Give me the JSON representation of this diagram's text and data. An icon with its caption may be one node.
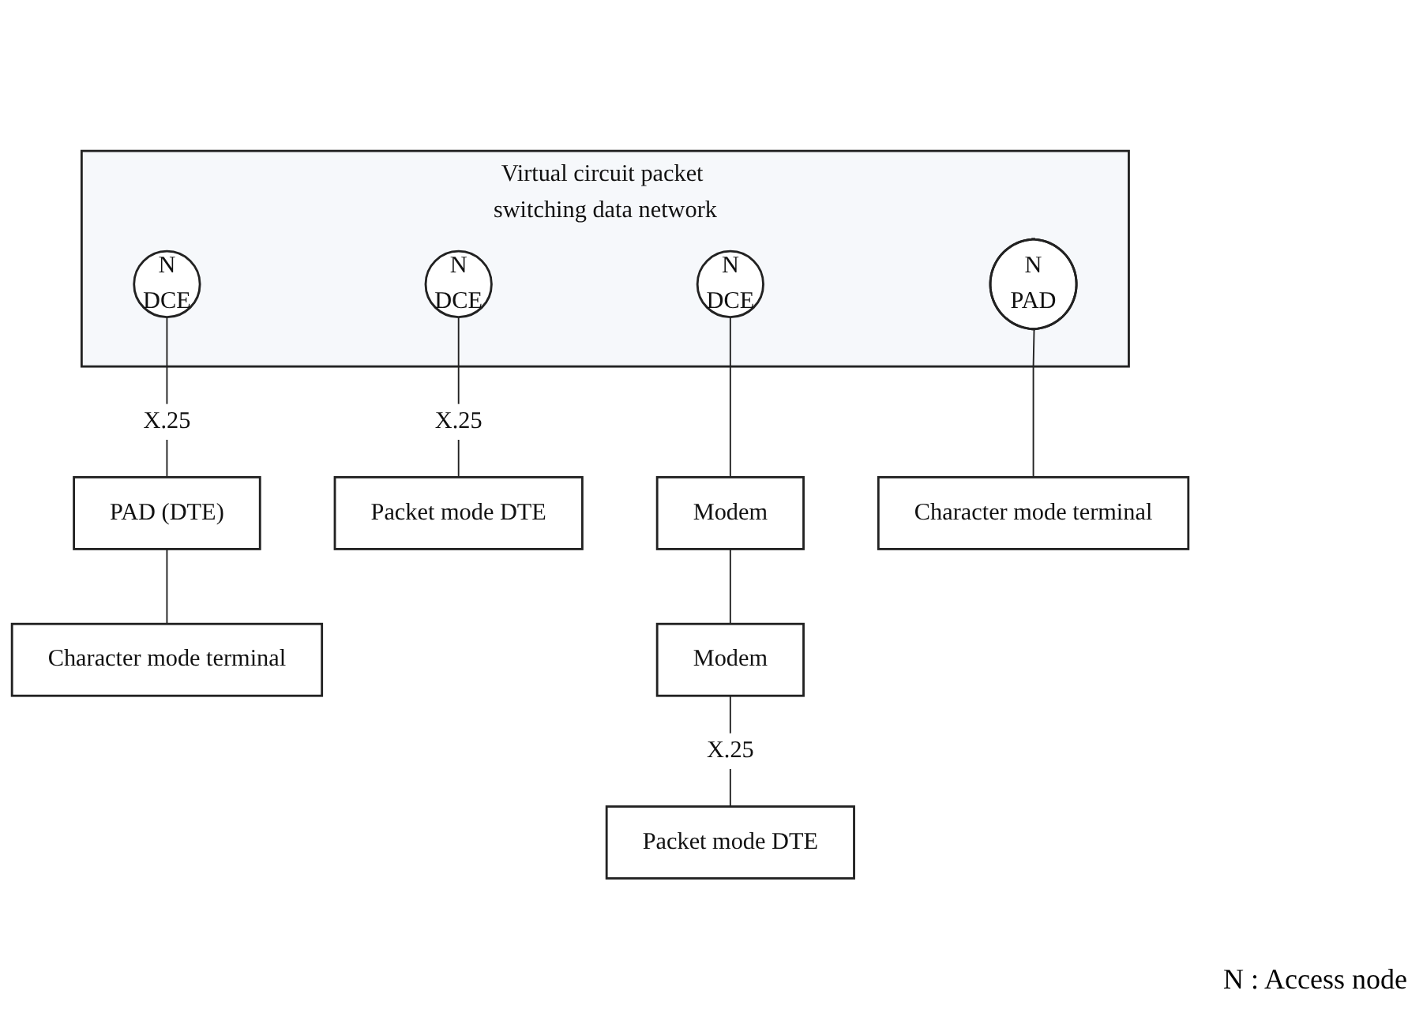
{
  "diagram": {
    "nodes": [
      {
        "text": [
          "Virtual circuit packet switching data network"
        ]
      },
      {
        "text": [
          "N",
          "DCE"
        ],
        "in": 0
      },
      {
        "text": [
          "N",
          "PAD"
        ],
        "in": 0
      },
      {
        "text": [
          "N",
          "DCE"
        ],
        "in": 0
      },
      {
        "text": [
          "N",
          "DCE"
        ],
        "in": 0
      },
      {
        "text": [
          "PAD (DTE)"
        ]
      },
      {
        "text": [
          "Character mode terminal"
        ]
      },
      {
        "text": [
          "Packet mode DTE"
        ]
      },
      {
        "text": [
          "Modem"
        ]
      },
      {
        "text": [
          "Modem"
        ]
      },
      {
        "text": [
          "Packet mode DTE"
        ]
      },
      {
        "text": [
          "Character mode terminal"
        ]
      }
    ],
    "edges": [
      {
        "from": 1,
        "to": 5,
        "arrow": "none",
        "label": "X.25"
      },
      {
        "from": 5,
        "to": 6,
        "arrow": "none"
      },
      {
        "from": 2,
        "to": 11,
        "arrow": "none"
      },
      {
        "from": 3,
        "to": 7,
        "arrow": "none",
        "label": "X.25"
      },
      {
        "from": 4,
        "to": 8,
        "arrow": "none"
      },
      {
        "from": 8,
        "to": 9,
        "arrow": "none"
      },
      {
        "from": 9,
        "to": 10,
        "arrow": "none",
        "label": "X.25"
      }
    ],
    "labels": [
      "N : Access node"
    ]
  }
}
